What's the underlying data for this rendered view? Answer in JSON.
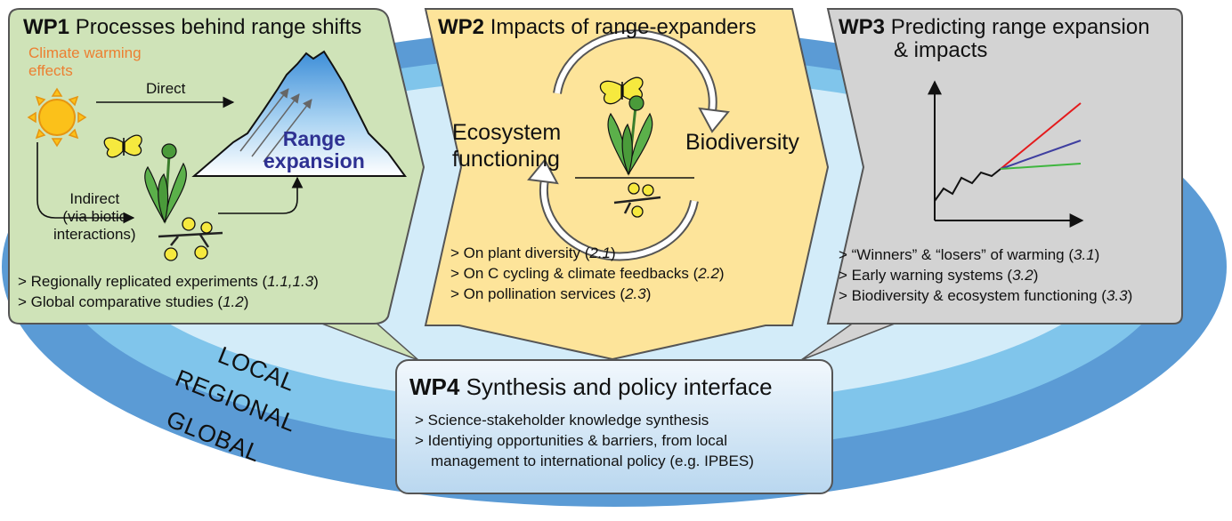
{
  "colors": {
    "ring_global": "#5b9bd5",
    "ring_regional": "#7fc4ea",
    "ring_local": "#cfeaf8",
    "wp1_fill": "#cfe3b8",
    "wp2_fill": "#fde49a",
    "wp3_fill": "#d3d3d3",
    "wp4_fill": "#e6f2fb",
    "accent_orange": "#ec7f31",
    "range_text": "#2e3192"
  },
  "scales": {
    "local": "LOCAL",
    "regional": "REGIONAL",
    "global": "GLOBAL"
  },
  "wp1": {
    "num": "WP1",
    "title": "Processes behind range shifts",
    "climate_line1": "Climate warming",
    "climate_line2": "effects",
    "direct": "Direct",
    "indirect_line1": "Indirect",
    "indirect_line2": "(via biotic",
    "indirect_line3": "interactions)",
    "range_line1": "Range",
    "range_line2": "expansion",
    "items": [
      {
        "text": "> Regionally replicated experiments (",
        "ref": "1.1,1.3",
        "end": ")"
      },
      {
        "text": "> Global comparative studies (",
        "ref": "1.2",
        "end": ")"
      }
    ]
  },
  "wp2": {
    "num": "WP2",
    "title": "Impacts of range-expanders",
    "ecosystem_line1": "Ecosystem",
    "ecosystem_line2": "functioning",
    "biodiversity": "Biodiversity",
    "items": [
      {
        "text": "> On plant diversity (",
        "ref": "2.1",
        "end": ")"
      },
      {
        "text": "> On C cycling & climate feedbacks (",
        "ref": "2.2",
        "end": ")"
      },
      {
        "text": "> On pollination services (",
        "ref": "2.3",
        "end": ")"
      }
    ]
  },
  "wp3": {
    "num": "WP3",
    "title_line1": "Predicting range expansion",
    "title_line2": "& impacts",
    "items": [
      {
        "text": "> “Winners” & “losers” of warming (",
        "ref": "3.1",
        "end": ")"
      },
      {
        "text": "> Early warning systems (",
        "ref": "3.2",
        "end": ")"
      },
      {
        "text": "> Biodiversity & ecosystem functioning (",
        "ref": "3.3",
        "end": ")"
      }
    ]
  },
  "wp4": {
    "num": "WP4",
    "title": "Synthesis and policy interface",
    "items": [
      {
        "text": "> Science-stakeholder knowledge synthesis"
      },
      {
        "text": "> Identiying opportunities & barriers, from local"
      },
      {
        "text": "management to international policy (e.g. IPBES)"
      }
    ]
  }
}
